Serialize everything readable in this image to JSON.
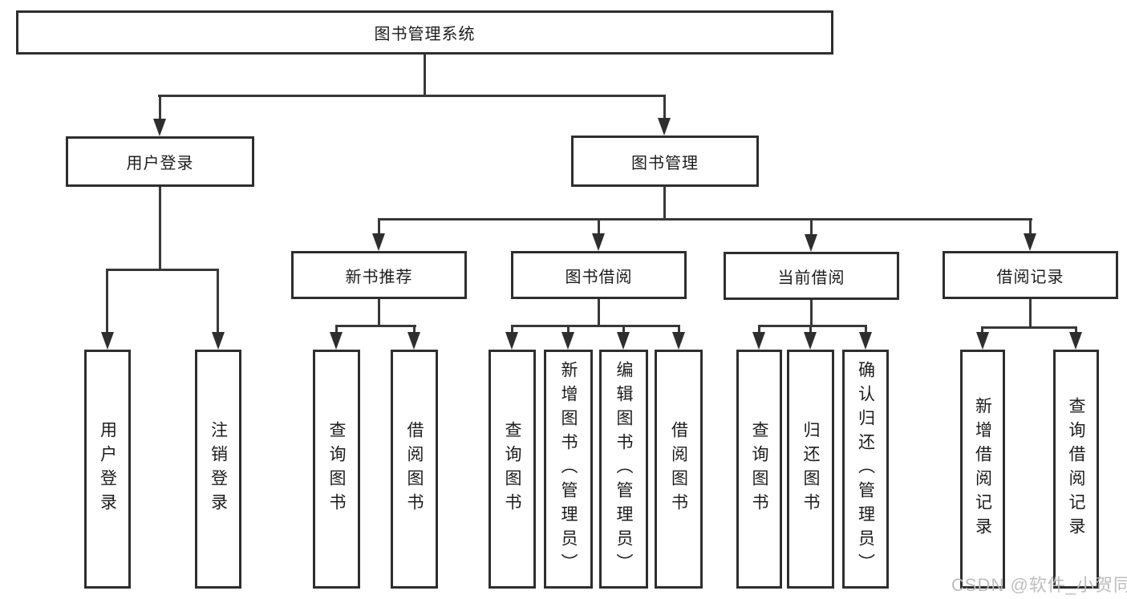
{
  "diagram": {
    "root": {
      "label": "图书管理系统"
    },
    "level2": {
      "user_login": {
        "label": "用户登录"
      },
      "book_management": {
        "label": "图书管理"
      }
    },
    "level3": {
      "new_book_recommend": {
        "label": "新书推荐"
      },
      "book_borrowing": {
        "label": "图书借阅"
      },
      "current_borrowing": {
        "label": "当前借阅"
      },
      "borrowing_records": {
        "label": "借阅记录"
      }
    },
    "leaves": {
      "user_login": [
        "用户登录",
        "注销登录"
      ],
      "new_book_recommend": [
        "查询图书",
        "借阅图书"
      ],
      "book_borrowing": [
        "查询图书",
        "新增图书（管理员）",
        "编辑图书（管理员）",
        "借阅图书"
      ],
      "current_borrowing": [
        "查询图书",
        "归还图书",
        "确认归还（管理员）"
      ],
      "borrowing_records": [
        "新增借阅记录",
        "查询借阅记录"
      ]
    }
  },
  "watermark": {
    "text": "CSDN @软件_小贺同学",
    "color": "#b9b9b9"
  },
  "colors": {
    "background": "#ffffff",
    "box_border": "#2e2e2e",
    "connector_line": "#383838",
    "text": "#1c1c1c"
  }
}
